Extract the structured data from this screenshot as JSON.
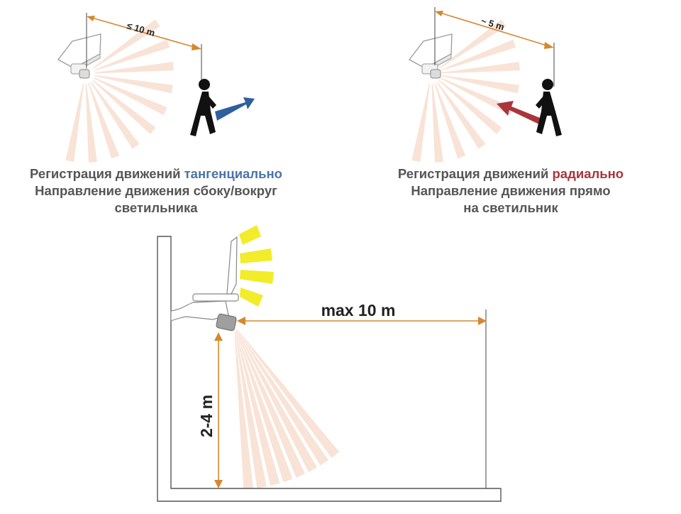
{
  "colors": {
    "beam": "#f8e3d6",
    "dim_arrow": "#d5882f",
    "tangential": "#4a74a6",
    "radial": "#a8363c",
    "caption_text": "#555555",
    "light_rays": "#f2ec2a",
    "person": "#111111",
    "wall_stroke": "#555555"
  },
  "left_panel": {
    "distance": "≤ 10 m",
    "caption_line1_prefix": "Регистрация движений",
    "caption_line1_highlight": "тангенциально",
    "caption_line2": "Направление движения сбоку/вокруг",
    "caption_line3": "светильника"
  },
  "right_panel": {
    "distance": "~ 5 m",
    "caption_line1_prefix": "Регистрация движений",
    "caption_line1_highlight": "радиально",
    "caption_line2": "Направление движения прямо",
    "caption_line3": "на светильник"
  },
  "side_view": {
    "range_label": "max 10 m",
    "height_label": "2-4 m"
  }
}
